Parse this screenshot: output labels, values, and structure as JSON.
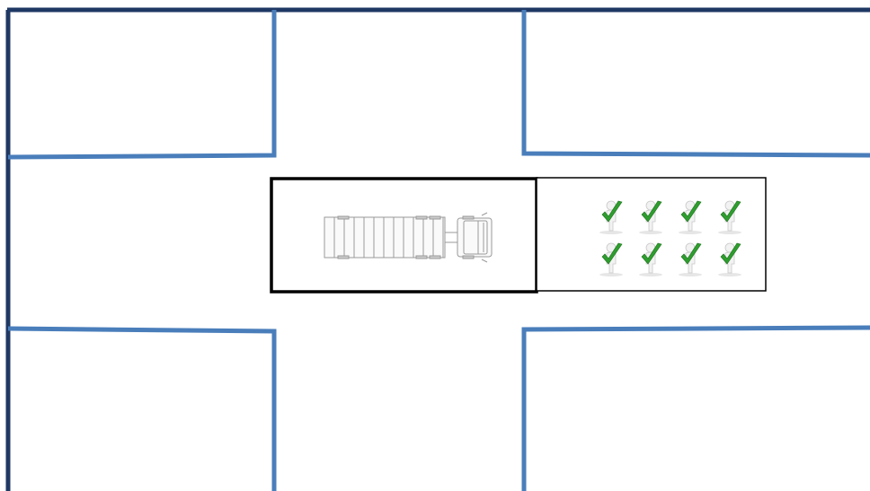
{
  "diagram": {
    "kind": "site-layout",
    "elements": {
      "outer_boundary": "site-boundary",
      "blocks": [
        "block-top-left",
        "block-top-right",
        "block-bottom-left",
        "block-bottom-right"
      ],
      "vehicle": "truck-icon",
      "workers": {
        "icon": "worker-checkmark-icon",
        "rows": 2,
        "per_row": 4
      }
    },
    "colors": {
      "boundary": "#1f3864",
      "blocks": "#4a7ebb",
      "zone_outline": "#000000",
      "truck_outline": "#9a9a9a",
      "check_green": "#2e9e2e",
      "figure_white": "#f2f2f2"
    }
  }
}
